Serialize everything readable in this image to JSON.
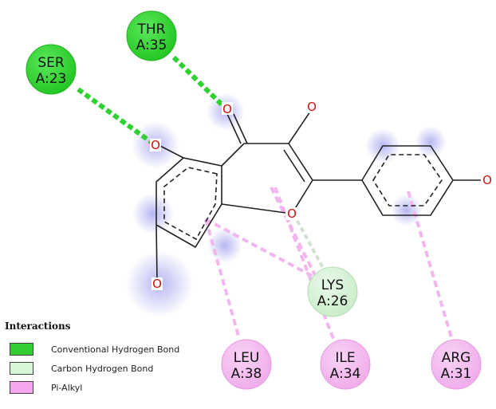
{
  "residues": [
    {
      "id": "thr35",
      "name": "THR",
      "number": "A:35",
      "type": "conventional"
    },
    {
      "id": "ser23",
      "name": "SER",
      "number": "A:23",
      "type": "conventional"
    },
    {
      "id": "lys26",
      "name": "LYS",
      "number": "A:26",
      "type": "carbon"
    },
    {
      "id": "leu38",
      "name": "LEU",
      "number": "A:38",
      "type": "pialkyl"
    },
    {
      "id": "ile34",
      "name": "ILE",
      "number": "A:34",
      "type": "pialkyl"
    },
    {
      "id": "arg31",
      "name": "ARG",
      "number": "A:31",
      "type": "pialkyl"
    }
  ],
  "atoms": {
    "oxygen": "O"
  },
  "legend": {
    "title": "Interactions",
    "items": [
      {
        "label": "Conventional Hydrogen Bond",
        "color": "#33cc33"
      },
      {
        "label": "Carbon Hydrogen Bond",
        "color": "#d7f5d7"
      },
      {
        "label": "Pi-Alkyl",
        "color": "#f3a6ee"
      }
    ]
  },
  "colors": {
    "conventional": "#2ed12e",
    "carbon": "#cfeecf",
    "pialkyl": "#f2b6ee",
    "bond": "#222222",
    "oxygen": "#d01010",
    "glow": "#9a9af0"
  }
}
